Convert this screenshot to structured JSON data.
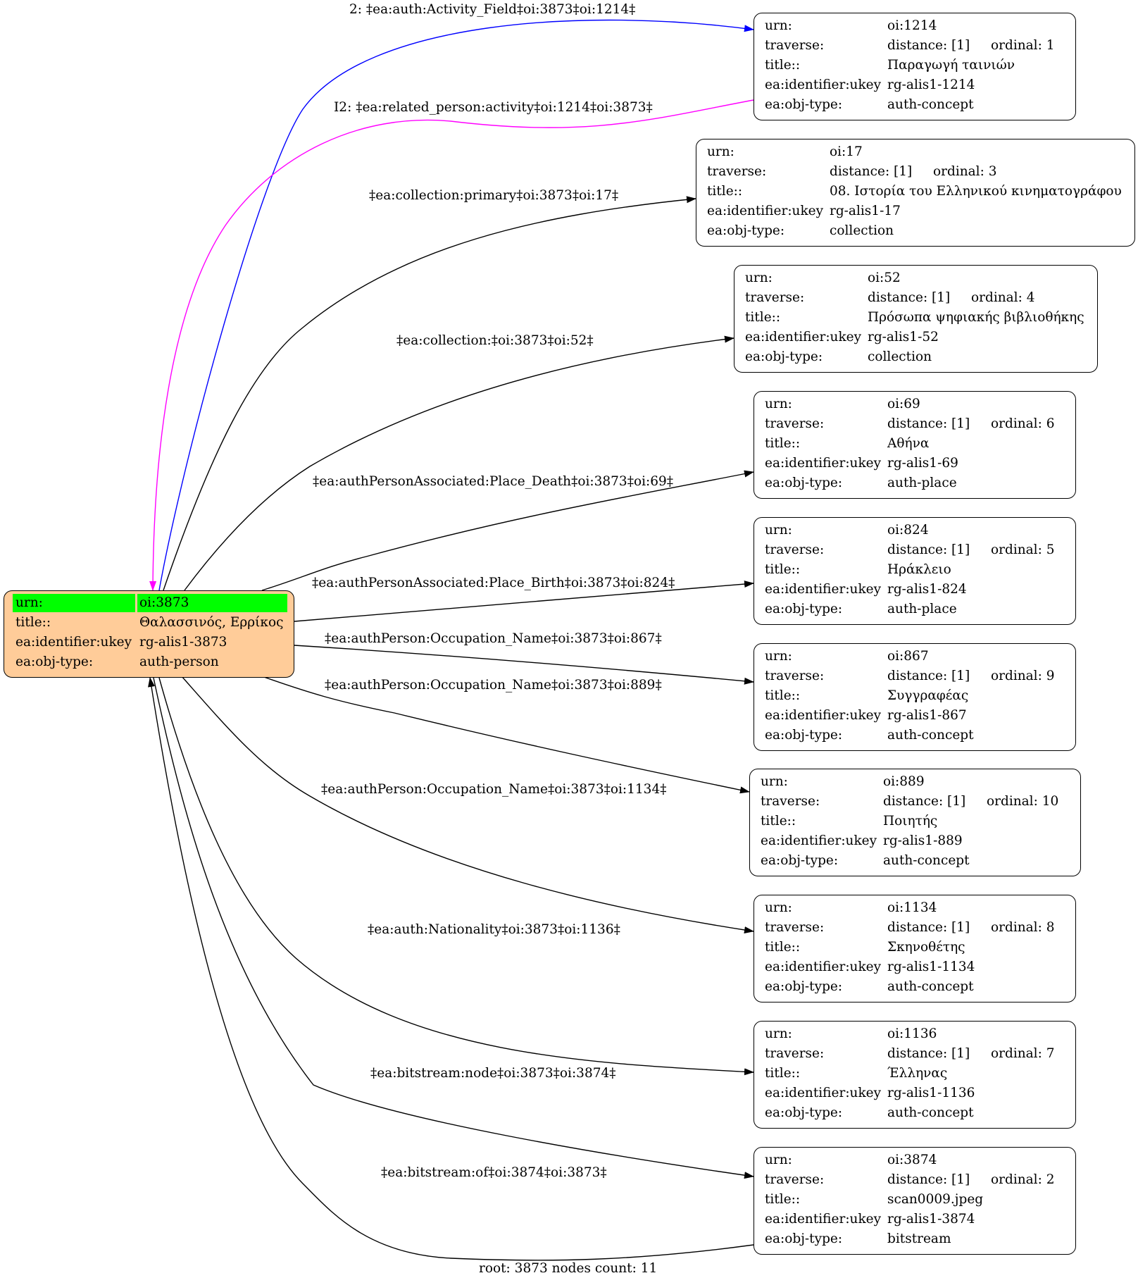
{
  "root_node": {
    "rows": [
      {
        "key": "urn:",
        "value": "oi:3873"
      },
      {
        "key": "title::",
        "value": "Θαλασσινός, Ερρίκος"
      },
      {
        "key": "ea:identifier:ukey",
        "value": "rg-alis1-3873"
      },
      {
        "key": "ea:obj-type:",
        "value": "auth-person"
      }
    ],
    "highlight_color": "#00ff00",
    "fill_color": "#ffcc99"
  },
  "nodes": [
    {
      "id": "n1214",
      "urn": "oi:1214",
      "distance": "distance: [1]",
      "ordinal": "ordinal: 1",
      "title": "Παραγωγή ταινιών",
      "ukey": "rg-alis1-1214",
      "objtype": "auth-concept"
    },
    {
      "id": "n17",
      "urn": "oi:17",
      "distance": "distance: [1]",
      "ordinal": "ordinal: 3",
      "title": "08. Ιστορία του Ελληνικού κινηματογράφου",
      "ukey": "rg-alis1-17",
      "objtype": "collection"
    },
    {
      "id": "n52",
      "urn": "oi:52",
      "distance": "distance: [1]",
      "ordinal": "ordinal: 4",
      "title": "Πρόσωπα ψηφιακής βιβλιοθήκης",
      "ukey": "rg-alis1-52",
      "objtype": "collection"
    },
    {
      "id": "n69",
      "urn": "oi:69",
      "distance": "distance: [1]",
      "ordinal": "ordinal: 6",
      "title": "Αθήνα",
      "ukey": "rg-alis1-69",
      "objtype": "auth-place"
    },
    {
      "id": "n824",
      "urn": "oi:824",
      "distance": "distance: [1]",
      "ordinal": "ordinal: 5",
      "title": "Ηράκλειο",
      "ukey": "rg-alis1-824",
      "objtype": "auth-place"
    },
    {
      "id": "n867",
      "urn": "oi:867",
      "distance": "distance: [1]",
      "ordinal": "ordinal: 9",
      "title": "Συγγραφέας",
      "ukey": "rg-alis1-867",
      "objtype": "auth-concept"
    },
    {
      "id": "n889",
      "urn": "oi:889",
      "distance": "distance: [1]",
      "ordinal": "ordinal: 10",
      "title": "Ποιητής",
      "ukey": "rg-alis1-889",
      "objtype": "auth-concept"
    },
    {
      "id": "n1134",
      "urn": "oi:1134",
      "distance": "distance: [1]",
      "ordinal": "ordinal: 8",
      "title": "Σκηνοθέτης",
      "ukey": "rg-alis1-1134",
      "objtype": "auth-concept"
    },
    {
      "id": "n1136",
      "urn": "oi:1136",
      "distance": "distance: [1]",
      "ordinal": "ordinal: 7",
      "title": "Έλληνας",
      "ukey": "rg-alis1-1136",
      "objtype": "auth-concept"
    },
    {
      "id": "n3874",
      "urn": "oi:3874",
      "distance": "distance: [1]",
      "ordinal": "ordinal: 2",
      "title": "scan0009.jpeg",
      "ukey": "rg-alis1-3874",
      "objtype": "bitstream"
    }
  ],
  "row_keys": {
    "urn": "urn:",
    "traverse": "traverse:",
    "title": "title::",
    "ukey": "ea:identifier:ukey",
    "objtype": "ea:obj-type:"
  },
  "edges": [
    {
      "id": "e1",
      "label": "2: ‡ea:auth:Activity_Field‡oi:3873‡oi:1214‡",
      "color": "#0000ff"
    },
    {
      "id": "e2",
      "label": "I2: ‡ea:related_person:activity‡oi:1214‡oi:3873‡",
      "color": "#ff00ff"
    },
    {
      "id": "e3",
      "label": "‡ea:collection:primary‡oi:3873‡oi:17‡",
      "color": "#000000"
    },
    {
      "id": "e4",
      "label": "‡ea:collection:‡oi:3873‡oi:52‡",
      "color": "#000000"
    },
    {
      "id": "e5",
      "label": "‡ea:authPersonAssociated:Place_Death‡oi:3873‡oi:69‡",
      "color": "#000000"
    },
    {
      "id": "e6",
      "label": "‡ea:authPersonAssociated:Place_Birth‡oi:3873‡oi:824‡",
      "color": "#000000"
    },
    {
      "id": "e7",
      "label": "‡ea:authPerson:Occupation_Name‡oi:3873‡oi:867‡",
      "color": "#000000"
    },
    {
      "id": "e8",
      "label": "‡ea:authPerson:Occupation_Name‡oi:3873‡oi:889‡",
      "color": "#000000"
    },
    {
      "id": "e9",
      "label": "‡ea:authPerson:Occupation_Name‡oi:3873‡oi:1134‡",
      "color": "#000000"
    },
    {
      "id": "e10",
      "label": "‡ea:auth:Nationality‡oi:3873‡oi:1136‡",
      "color": "#000000"
    },
    {
      "id": "e11",
      "label": "‡ea:bitstream:node‡oi:3873‡oi:3874‡",
      "color": "#000000"
    },
    {
      "id": "e12",
      "label": "‡ea:bitstream:of‡oi:3874‡oi:3873‡",
      "color": "#000000"
    }
  ],
  "footer": "root: 3873 nodes count: 11"
}
